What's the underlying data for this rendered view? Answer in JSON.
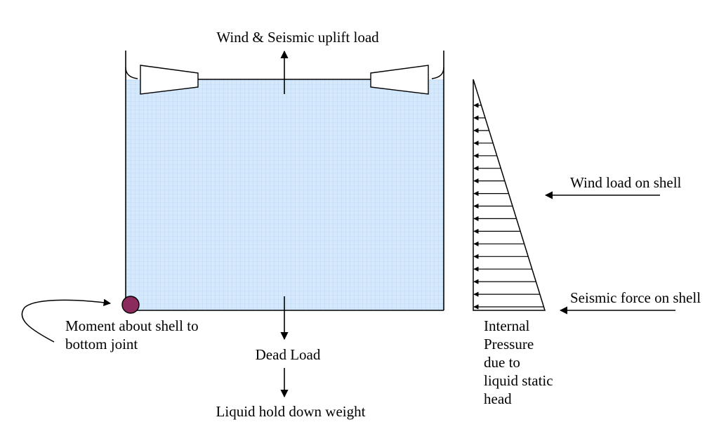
{
  "labels": {
    "uplift": "Wind & Seismic uplift load",
    "wind_shell": "Wind load on shell",
    "seismic_shell": "Seismic force on shell",
    "moment": [
      "Moment about shell to",
      "bottom joint"
    ],
    "dead_load": "Dead Load",
    "hold_down": "Liquid hold down weight",
    "internal_pressure": [
      "Internal",
      "Pressure",
      "due to",
      "liquid static",
      "head"
    ]
  },
  "colors": {
    "liquid_fill": "#d6e9fb",
    "grid_line": "#a9cdf0",
    "joint_marker": "#8b2a5c",
    "stroke": "#000000"
  },
  "pressure_diagram": {
    "arrow_count": 17
  }
}
